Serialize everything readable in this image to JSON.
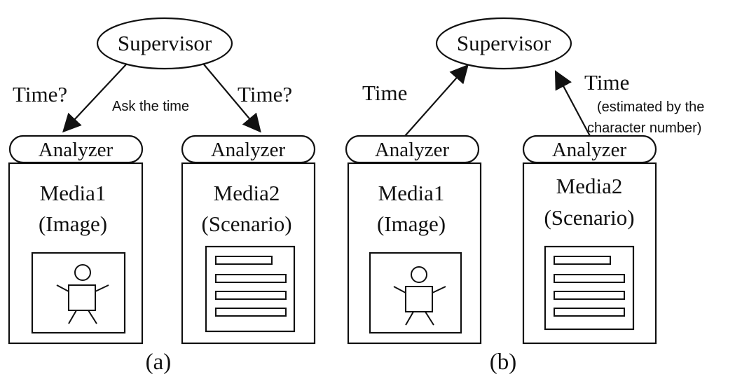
{
  "diagram": {
    "panel_a": {
      "supervisor": "Supervisor",
      "left_query": "Time?",
      "center_note": "Ask the time",
      "right_query": "Time?",
      "left_analyzer": "Analyzer",
      "right_analyzer": "Analyzer",
      "media1_name": "Media1",
      "media1_type": "(Image)",
      "media2_name": "Media2",
      "media2_type": "(Scenario)",
      "caption": "(a)"
    },
    "panel_b": {
      "supervisor": "Supervisor",
      "left_reply": "Time",
      "right_reply": "Time",
      "right_note_line1": "(estimated by the",
      "right_note_line2": "character number)",
      "left_analyzer": "Analyzer",
      "right_analyzer": "Analyzer",
      "media1_name": "Media1",
      "media1_type": "(Image)",
      "media2_name": "Media2",
      "media2_type": "(Scenario)",
      "caption": "(b)"
    }
  }
}
